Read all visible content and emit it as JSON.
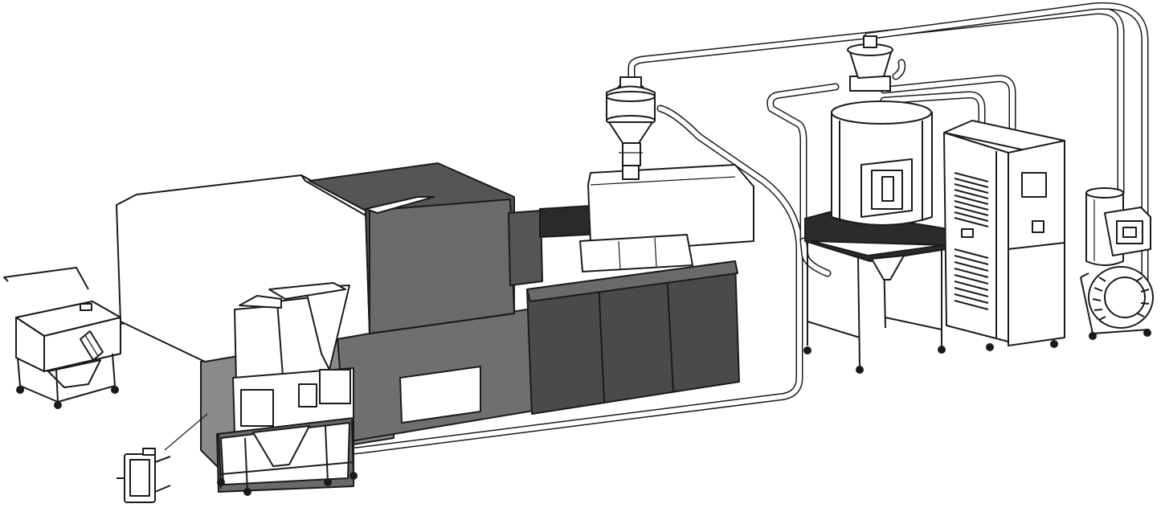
{
  "colors": {
    "outline": "#1a1a1a",
    "light_panel": "#ffffff",
    "mid_gray": "#6f6f6f",
    "dark_gray": "#4a4a4a",
    "side_gray": "#8a8a8a",
    "frame_dark": "#2b2b2b"
  },
  "components": [
    "material-cart",
    "auger-loader",
    "gravimetric-blender",
    "injection-molding-machine",
    "hopper-loader",
    "hopper-dryer",
    "dehumidifier-dryer",
    "vacuum-loader",
    "quick-change-valve"
  ]
}
